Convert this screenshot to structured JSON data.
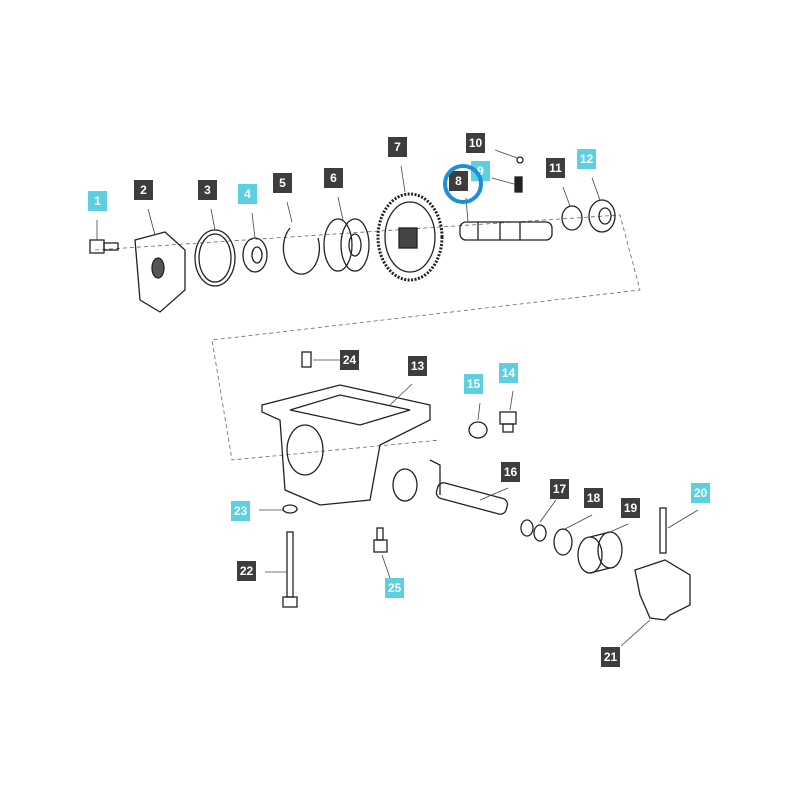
{
  "colors": {
    "part_label": "#3d3d3d",
    "highlighted_label": "#5ccfe0",
    "selection_circle": "#1b8fd8"
  },
  "selected_part": "8",
  "labels": [
    {
      "number": "1",
      "style": "cyan"
    },
    {
      "number": "2",
      "style": "dark"
    },
    {
      "number": "3",
      "style": "dark"
    },
    {
      "number": "4",
      "style": "cyan"
    },
    {
      "number": "5",
      "style": "dark"
    },
    {
      "number": "6",
      "style": "dark"
    },
    {
      "number": "7",
      "style": "dark"
    },
    {
      "number": "8",
      "style": "dark"
    },
    {
      "number": "9",
      "style": "cyan"
    },
    {
      "number": "10",
      "style": "dark"
    },
    {
      "number": "11",
      "style": "dark"
    },
    {
      "number": "12",
      "style": "cyan"
    },
    {
      "number": "13",
      "style": "dark"
    },
    {
      "number": "14",
      "style": "cyan"
    },
    {
      "number": "15",
      "style": "cyan"
    },
    {
      "number": "16",
      "style": "dark"
    },
    {
      "number": "17",
      "style": "dark"
    },
    {
      "number": "18",
      "style": "dark"
    },
    {
      "number": "19",
      "style": "dark"
    },
    {
      "number": "20",
      "style": "cyan"
    },
    {
      "number": "21",
      "style": "dark"
    },
    {
      "number": "22",
      "style": "dark"
    },
    {
      "number": "23",
      "style": "cyan"
    },
    {
      "number": "24",
      "style": "dark"
    },
    {
      "number": "25",
      "style": "cyan"
    }
  ]
}
